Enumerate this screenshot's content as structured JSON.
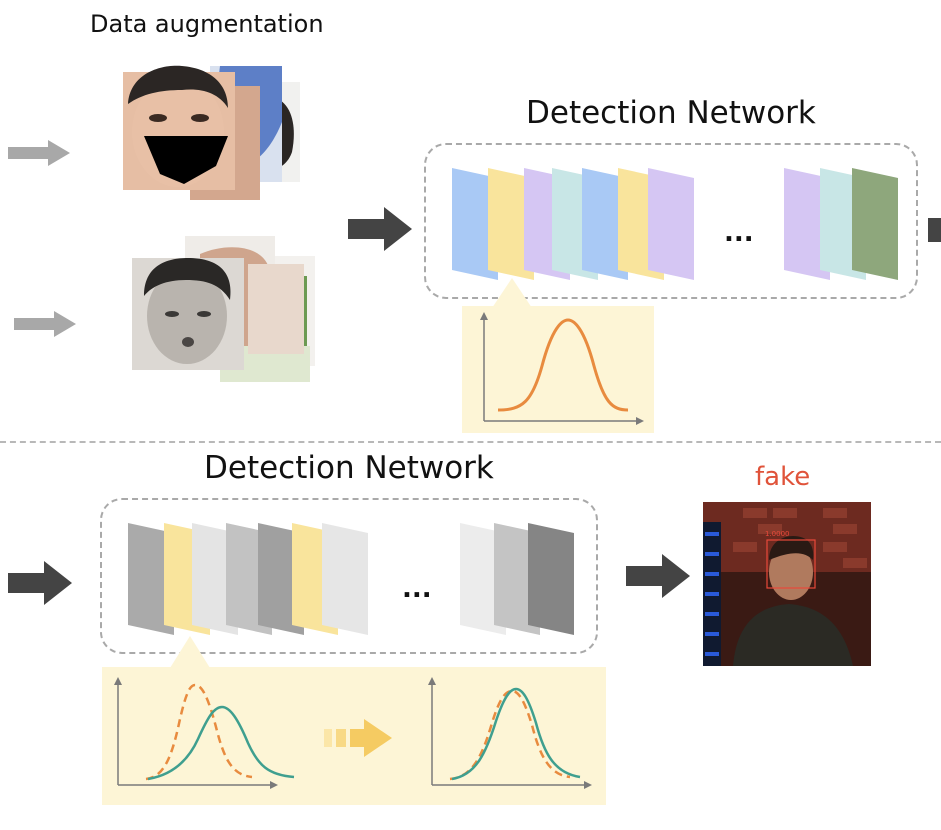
{
  "augmentation": {
    "title": "Data augmentation"
  },
  "top_network": {
    "title": "Detection Network",
    "ellipsis": "..."
  },
  "bottom_network": {
    "title": "Detection Network",
    "ellipsis": "..."
  },
  "result": {
    "label": "fake",
    "score": "1.0000"
  },
  "colors": {
    "feature_blue": "#a9c9f5",
    "feature_yellow": "#f9e49c",
    "feature_purple": "#d5c6f3",
    "feature_teal": "#c8e6e6",
    "feature_green": "#8ea77c",
    "curve_orange": "#e88b3f",
    "curve_teal": "#3f9f8f",
    "panel_bg": "#fdf5d6",
    "fake_red": "#e0533a",
    "arrow_gray": "#444444",
    "arrow_light": "#a8a8a8"
  },
  "icons": [
    "arrow-icon",
    "face-image",
    "feature-map",
    "gaussian-curve",
    "detection-box"
  ]
}
